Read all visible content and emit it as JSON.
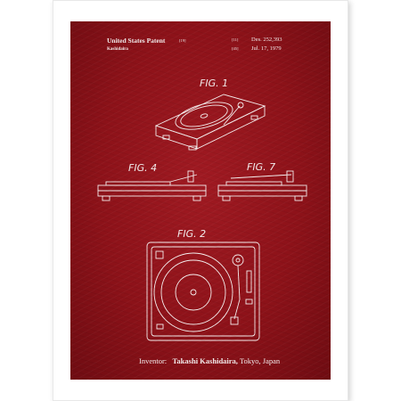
{
  "header": {
    "title": "United States Patent",
    "title_code": "[19]",
    "inventor_short": "Kashidaira",
    "patent_code": "[11]",
    "patent_number": "Des. 252,393",
    "date_code": "[45]",
    "date": "Jul. 17, 1979"
  },
  "figures": {
    "fig1": "FIG. 1",
    "fig4": "FIG. 4",
    "fig7": "FIG. 7",
    "fig2": "FIG. 2"
  },
  "footer": {
    "label": "Inventor:",
    "name": "Takashi Kashidaira,",
    "location": "Tokyo, Japan"
  },
  "colors": {
    "poster_background": "#8d1219",
    "line_color": "#f6eeee",
    "frame": "#ffffff"
  }
}
